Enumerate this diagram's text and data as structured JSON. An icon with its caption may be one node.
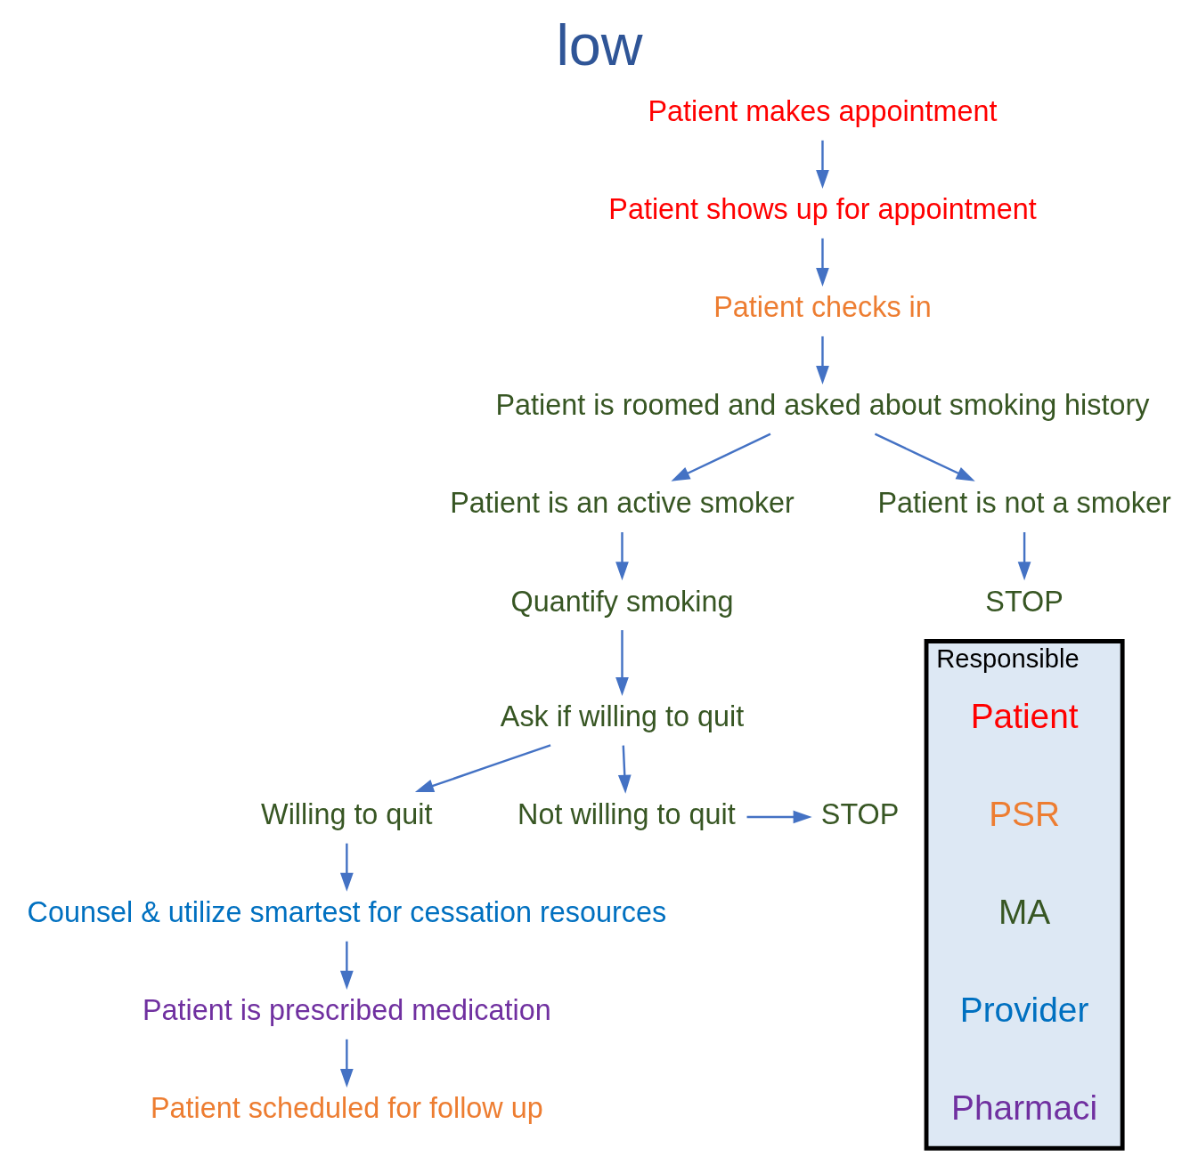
{
  "diagram": {
    "title": "low",
    "nodes": [
      {
        "text": [
          "Patient makes appointment"
        ]
      },
      {
        "text": [
          "Patient shows up for appointment"
        ]
      },
      {
        "text": [
          "Patient checks in"
        ]
      },
      {
        "text": [
          "Patient is roomed and asked about smoking history"
        ]
      },
      {
        "text": [
          "Patient is an active smoker"
        ]
      },
      {
        "text": [
          "Patient is not a smoker"
        ]
      },
      {
        "text": [
          "Quantify smoking"
        ]
      },
      {
        "text": [
          "STOP"
        ]
      },
      {
        "text": [
          "Ask if willing to quit"
        ]
      },
      {
        "text": [
          "Willing to quit"
        ]
      },
      {
        "text": [
          "Not willing to quit"
        ]
      },
      {
        "text": [
          "STOP"
        ]
      },
      {
        "text": [
          "Counsel & utilize smartest for cessation resources"
        ]
      },
      {
        "text": [
          "Patient is prescribed medication"
        ]
      },
      {
        "text": [
          "Patient scheduled for follow up"
        ]
      },
      {
        "text": [
          "Responsible"
        ]
      }
    ],
    "edges": [
      {
        "from": 0,
        "to": 1,
        "arrow": "to"
      },
      {
        "from": 1,
        "to": 2,
        "arrow": "to"
      },
      {
        "from": 2,
        "to": 3,
        "arrow": "to"
      },
      {
        "from": 3,
        "to": 4,
        "arrow": "to"
      },
      {
        "from": 3,
        "to": 5,
        "arrow": "to"
      },
      {
        "from": 4,
        "to": 6,
        "arrow": "to"
      },
      {
        "from": 5,
        "to": 7,
        "arrow": "to"
      },
      {
        "from": 6,
        "to": 8,
        "arrow": "to"
      },
      {
        "from": 8,
        "to": 9,
        "arrow": "to"
      },
      {
        "from": 8,
        "to": 10,
        "arrow": "to"
      },
      {
        "from": 10,
        "to": 11,
        "arrow": "to"
      },
      {
        "from": 9,
        "to": 12,
        "arrow": "to"
      },
      {
        "from": 12,
        "to": 13,
        "arrow": "to"
      },
      {
        "from": 13,
        "to": 14,
        "arrow": "to"
      }
    ],
    "legend": [
      {
        "text": "Patient",
        "color": "#ff0000"
      },
      {
        "text": "PSR",
        "color": "#ed7d31"
      },
      {
        "text": "MA",
        "color": "#375623"
      },
      {
        "text": "Provider",
        "color": "#0070c0"
      },
      {
        "text": "Pharmaci",
        "color": "#7030a0"
      }
    ]
  }
}
